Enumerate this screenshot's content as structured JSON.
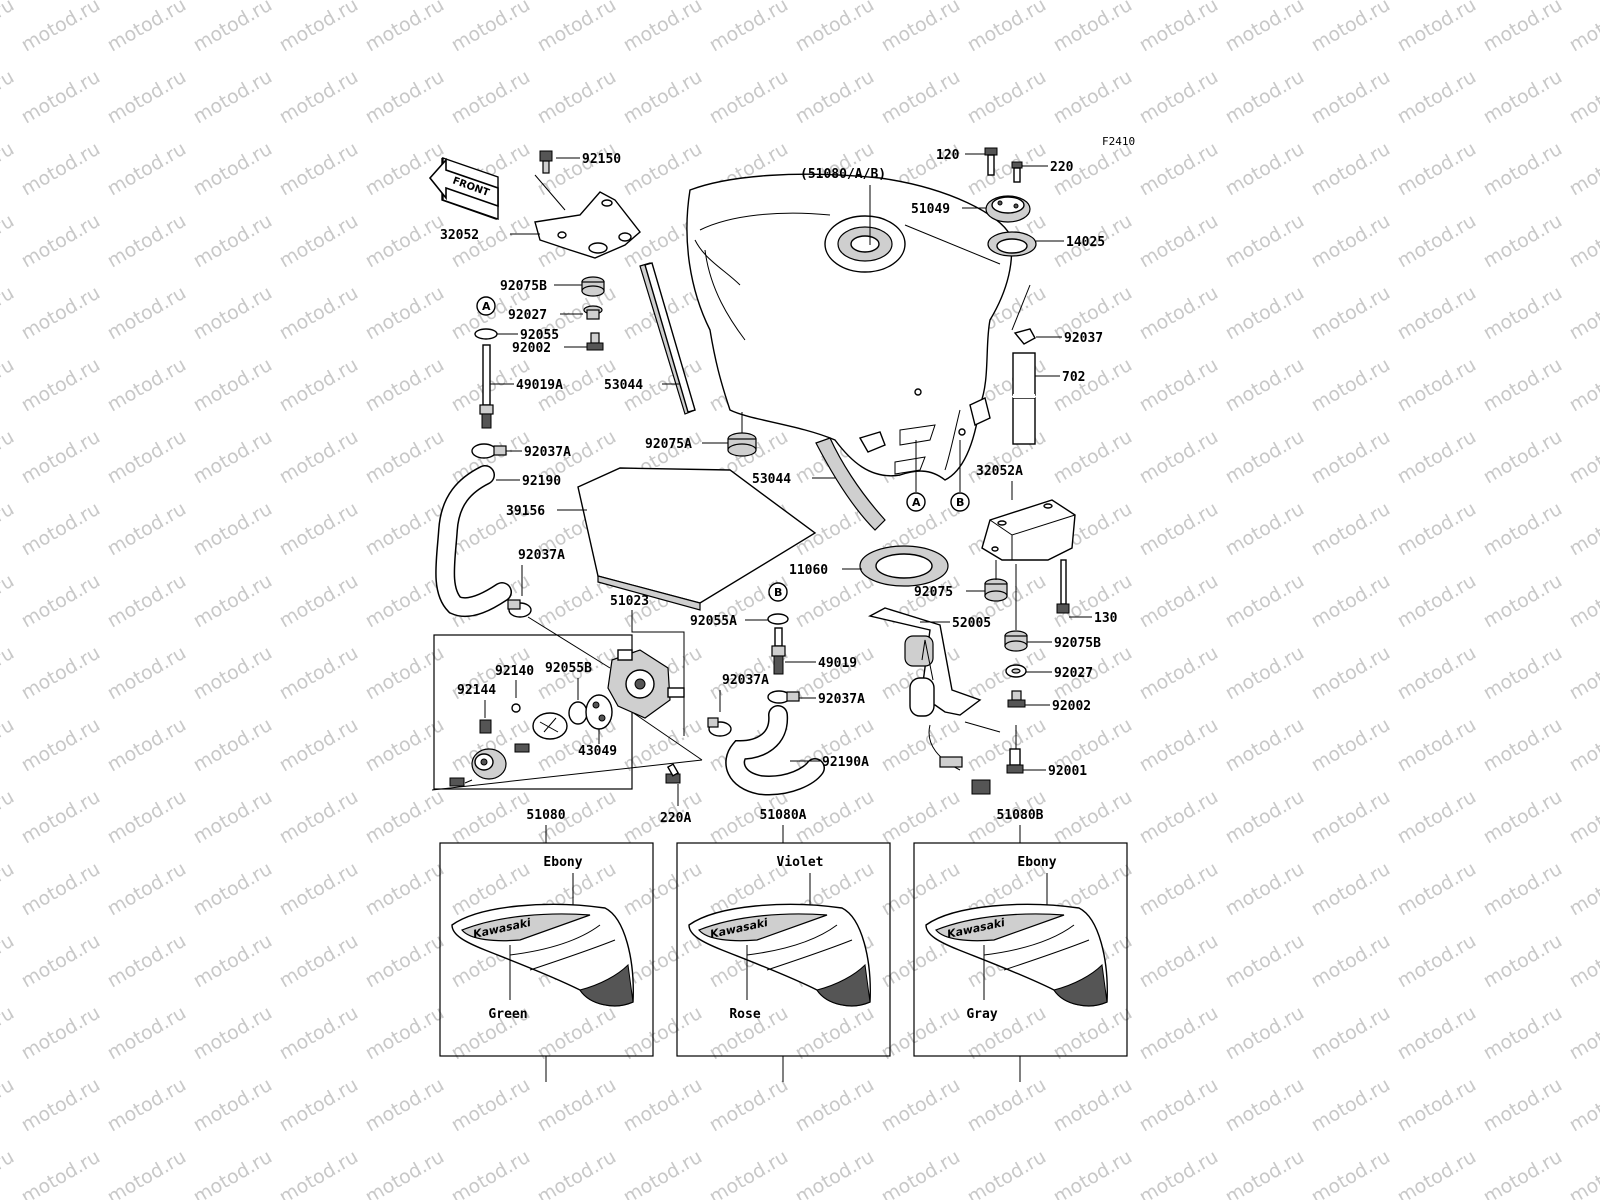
{
  "watermark": "motod.ru",
  "figure_id": "F2410",
  "front_label": "FRONT",
  "tank_label": "(51080/A/B)",
  "callouts": [
    "A",
    "B"
  ],
  "parts": {
    "p92150": "92150",
    "p32052": "32052",
    "p92075B_l": "92075B",
    "p92027_l": "92027",
    "p92055": "92055",
    "p92002_l": "92002",
    "p49019A": "49019A",
    "p53044_l": "53044",
    "p92037A_a": "92037A",
    "p92190": "92190",
    "p92075A": "92075A",
    "p53044_r": "53044",
    "p39156": "39156",
    "p120": "120",
    "p220": "220",
    "p51049": "51049",
    "p14025": "14025",
    "p92037": "92037",
    "p702": "702",
    "p32052A": "32052A",
    "p11060": "11060",
    "p92075": "92075",
    "p130": "130",
    "p92055A": "92055A",
    "p52005": "52005",
    "p92075B_r": "92075B",
    "p49019": "49019",
    "p92027_r": "92027",
    "p92037A_b": "92037A",
    "p92037A_c": "92037A",
    "p92037A_d": "92037A",
    "p92002_r": "92002",
    "p92190A": "92190A",
    "p92001": "92001",
    "p51023": "51023",
    "p92140": "92140",
    "p92055B": "92055B",
    "p92144": "92144",
    "p43049": "43049",
    "p220A": "220A"
  },
  "variants": [
    {
      "part": "51080",
      "top_color": "Ebony",
      "bottom_color": "Green",
      "brand": "Kawasaki"
    },
    {
      "part": "51080A",
      "top_color": "Violet",
      "bottom_color": "Rose",
      "brand": "Kawasaki"
    },
    {
      "part": "51080B",
      "top_color": "Ebony",
      "bottom_color": "Gray",
      "brand": "Kawasaki"
    }
  ]
}
